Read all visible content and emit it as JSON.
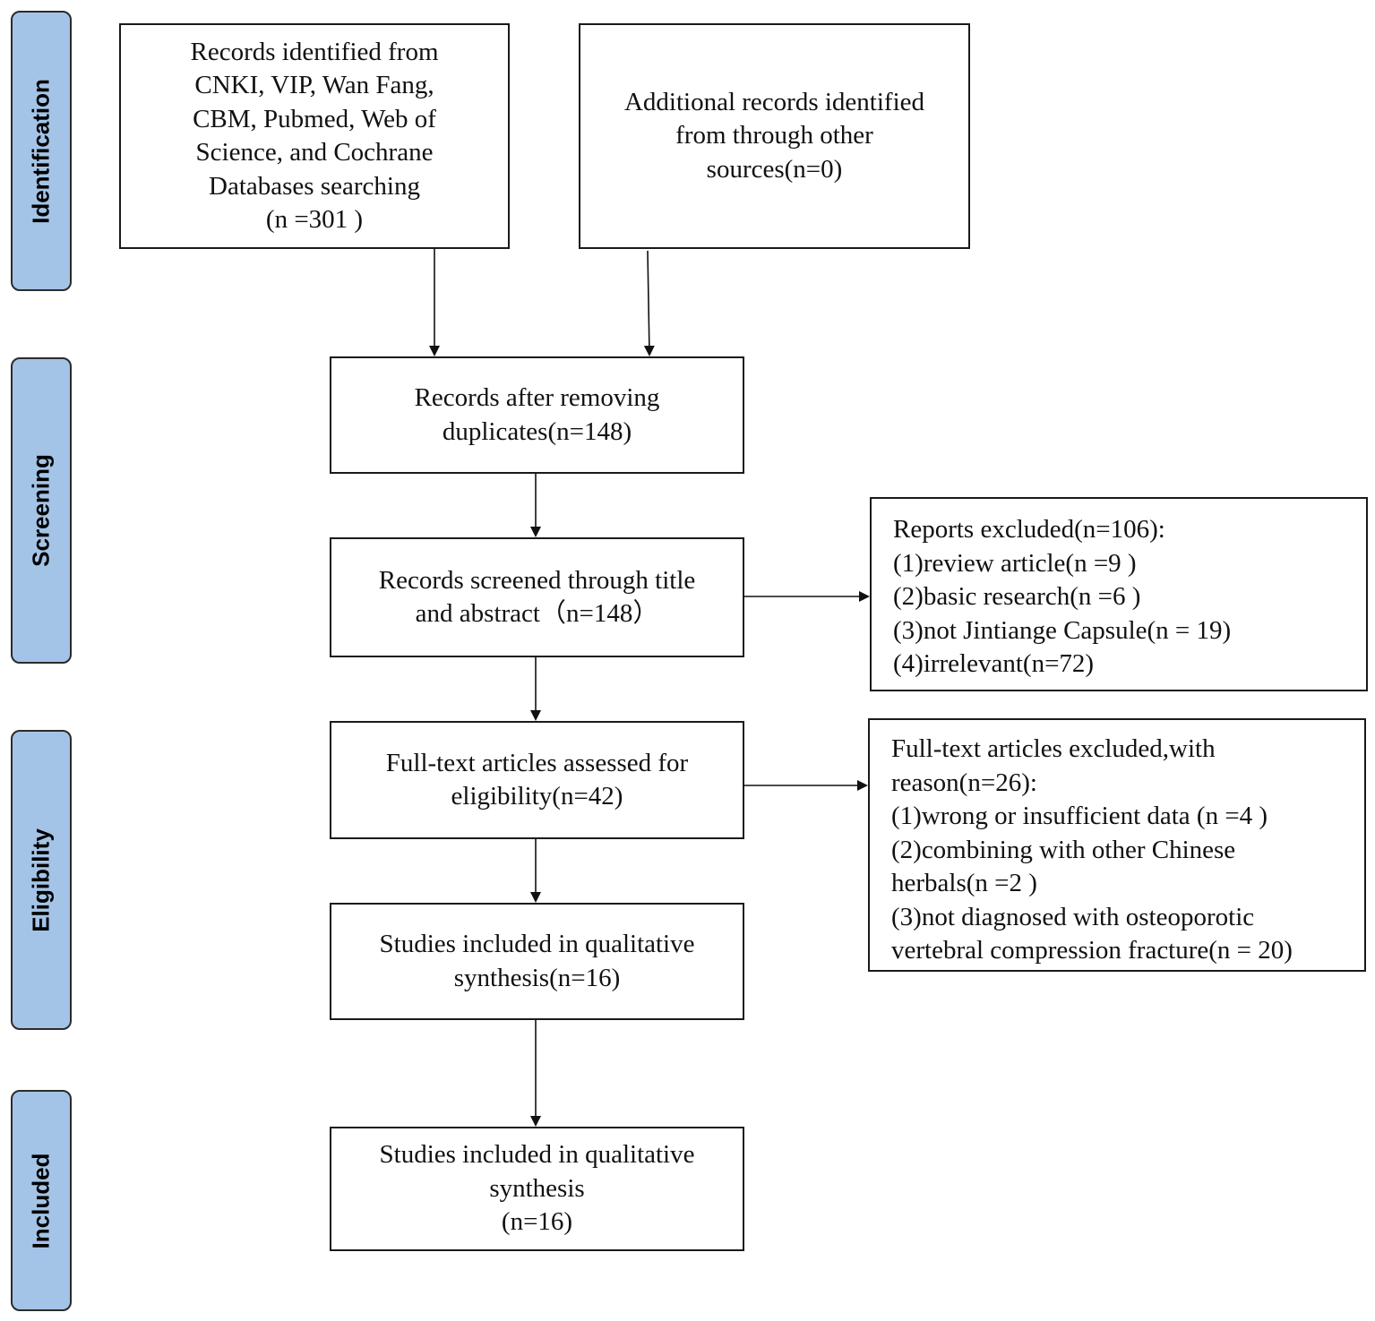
{
  "stages": {
    "identification": "Identification",
    "screening": "Screening",
    "eligibility": "Eligibility",
    "included": "Included"
  },
  "boxes": {
    "identified": [
      "Records identified from",
      "CNKI, VIP, Wan Fang,",
      "CBM, Pubmed, Web of",
      "Science, and Cochrane",
      "Databases searching",
      "(n =301 )"
    ],
    "additional": [
      "Additional records identified",
      "from through other",
      "sources(n=0)"
    ],
    "after_duplicates": [
      "Records after removing",
      "duplicates(n=148)"
    ],
    "screened": [
      "Records screened through title",
      "and abstract（n=148）"
    ],
    "fulltext": [
      "Full-text articles assessed for",
      "eligibility(n=42)"
    ],
    "qualitative": [
      "Studies included in qualitative",
      "synthesis(n=16)"
    ],
    "included": [
      "Studies included in qualitative",
      "synthesis",
      "(n=16)"
    ],
    "reports_excluded": [
      "Reports excluded(n=106):",
      "(1)review article(n =9 )",
      "(2)basic research(n =6 )",
      "(3)not Jintiange Capsule(n = 19)",
      "(4)irrelevant(n=72)"
    ],
    "fulltext_excluded": [
      "Full-text articles excluded,with",
      "reason(n=26):",
      "(1)wrong or insufficient data (n =4 )",
      "(2)combining with other  Chinese",
      "herbals(n =2 )",
      "(3)not diagnosed with osteoporotic",
      "vertebral compression fracture(n = 20)"
    ]
  }
}
